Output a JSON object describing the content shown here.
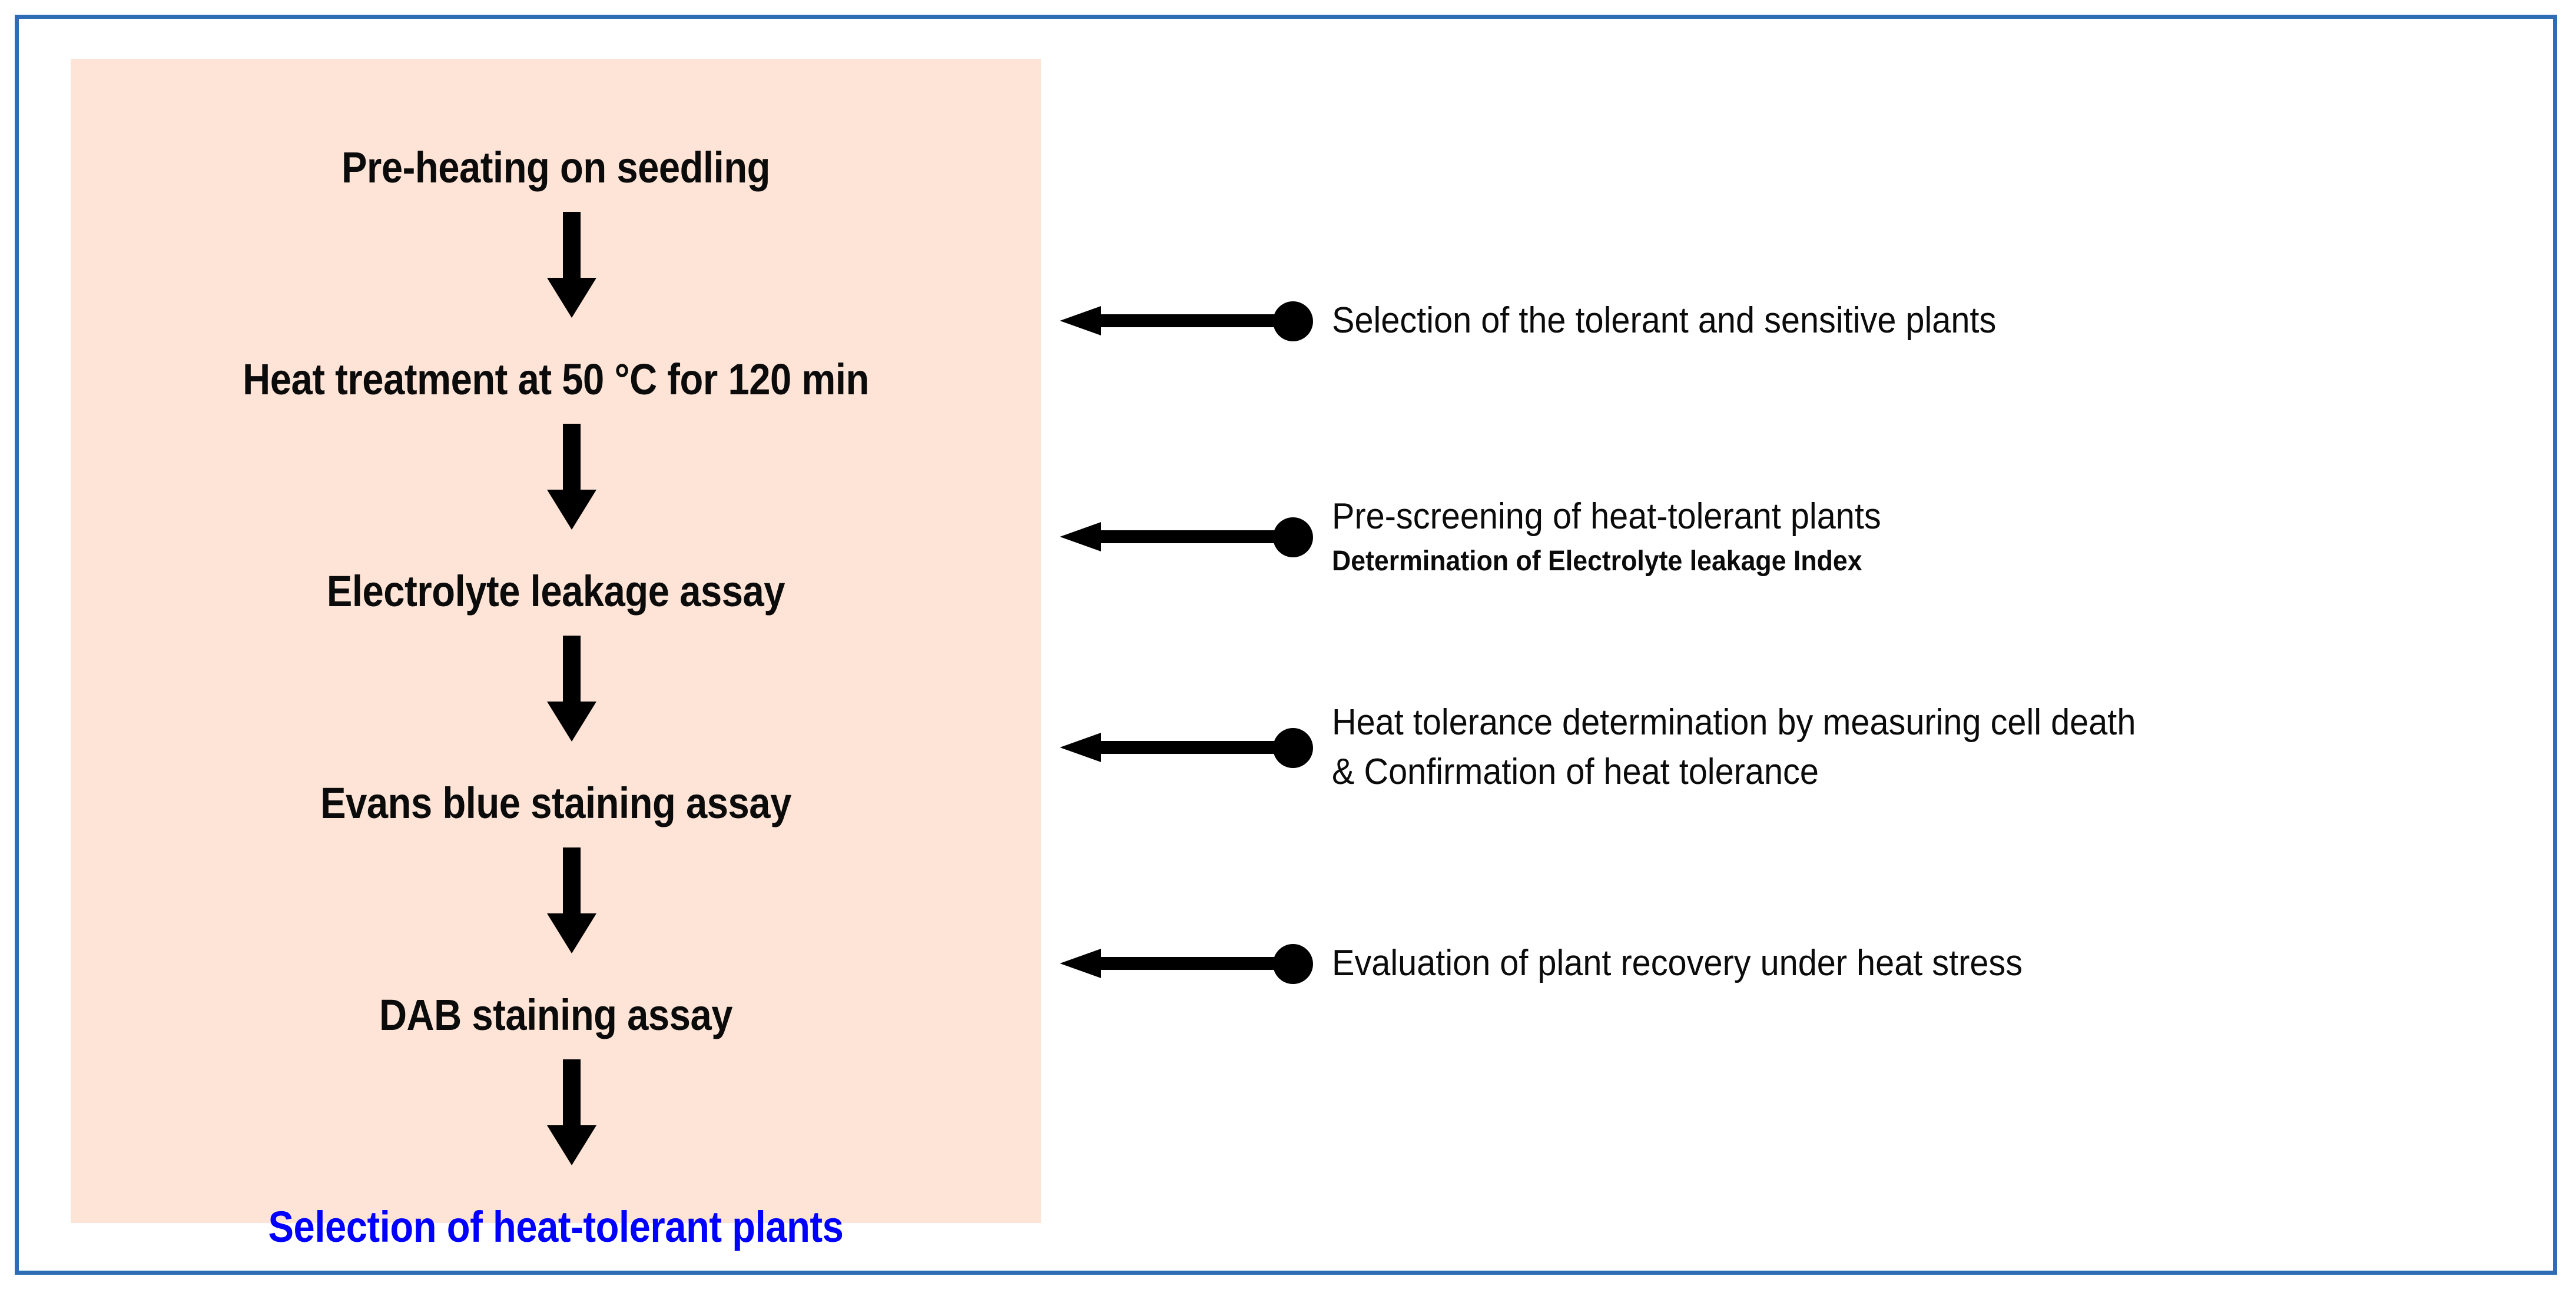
{
  "figure": {
    "kind": "experimental-workflow-flowchart",
    "frame_color": "#2E6DB4",
    "panel_color": "#FDE4D6",
    "accent_color": "#0000FF",
    "text_color": "#000000"
  },
  "flow": {
    "steps": [
      {
        "label": "Pre-heating on seedling",
        "highlight": false
      },
      {
        "label": "Heat treatment at 50 °C for 120 min",
        "highlight": false
      },
      {
        "label": "Electrolyte leakage assay",
        "highlight": false
      },
      {
        "label": "Evans blue staining assay",
        "highlight": false
      },
      {
        "label": "DAB staining assay",
        "highlight": false
      },
      {
        "label": "Selection of heat-tolerant plants",
        "highlight": true
      }
    ]
  },
  "notes": [
    {
      "connects_to": "Heat treatment at 50 °C for 120 min",
      "lines": [
        {
          "text": "Selection of the tolerant and sensitive plants",
          "bold": false
        }
      ]
    },
    {
      "connects_to": "Electrolyte leakage assay",
      "lines": [
        {
          "text": "Pre-screening of heat-tolerant plants",
          "bold": false
        },
        {
          "text": "Determination of Electrolyte leakage Index",
          "bold": true
        }
      ]
    },
    {
      "connects_to": "Evans blue staining assay",
      "lines": [
        {
          "text": "Heat tolerance determination by measuring cell death",
          "bold": false
        },
        {
          "text": "& Confirmation of heat tolerance",
          "bold": false
        }
      ]
    },
    {
      "connects_to": "DAB staining assay",
      "lines": [
        {
          "text": "Evaluation of plant recovery under heat stress",
          "bold": false
        }
      ]
    }
  ]
}
